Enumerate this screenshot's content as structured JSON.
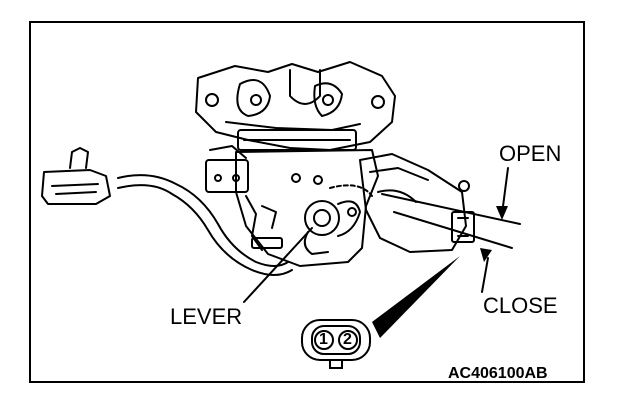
{
  "labels": {
    "open": "OPEN",
    "close": "CLOSE",
    "lever": "LEVER"
  },
  "connector": {
    "pins": [
      "1",
      "2"
    ]
  },
  "figure_code": "AC406100AB"
}
